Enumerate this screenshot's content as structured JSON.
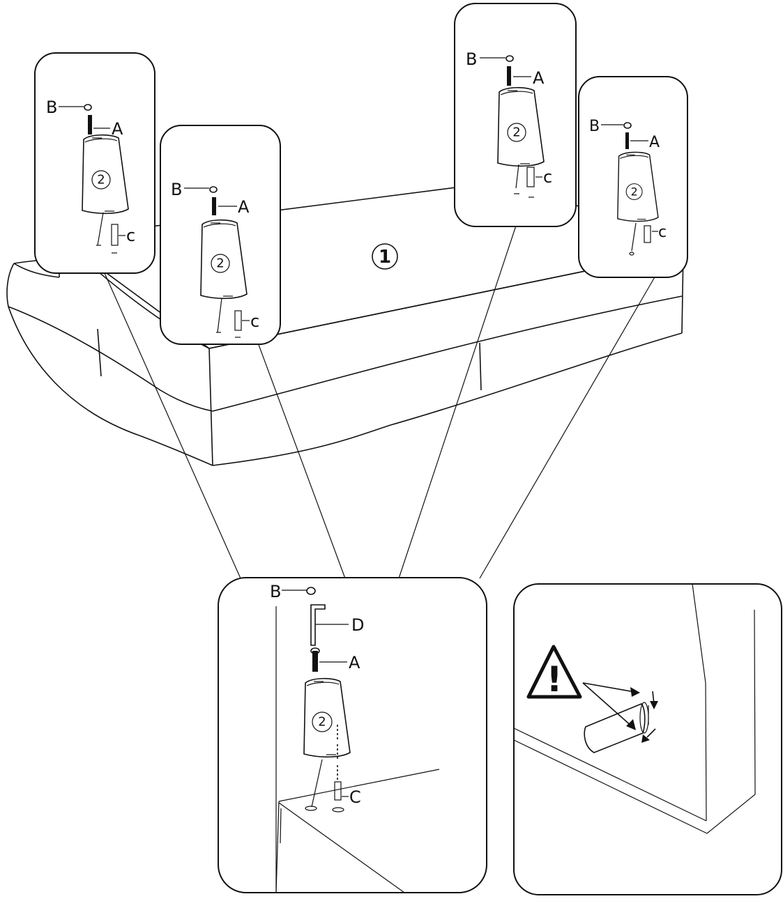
{
  "diagram": {
    "part_board": "1",
    "part_leg": "2",
    "labels": {
      "screw": "A",
      "cap": "B",
      "dowel": "C",
      "dowel_lower": "c",
      "wrench": "D"
    },
    "warning_symbol": "!",
    "icons": [
      "warning-triangle-icon",
      "arrow-icon"
    ],
    "colors": {
      "line": "#111111",
      "background": "#ffffff"
    }
  }
}
